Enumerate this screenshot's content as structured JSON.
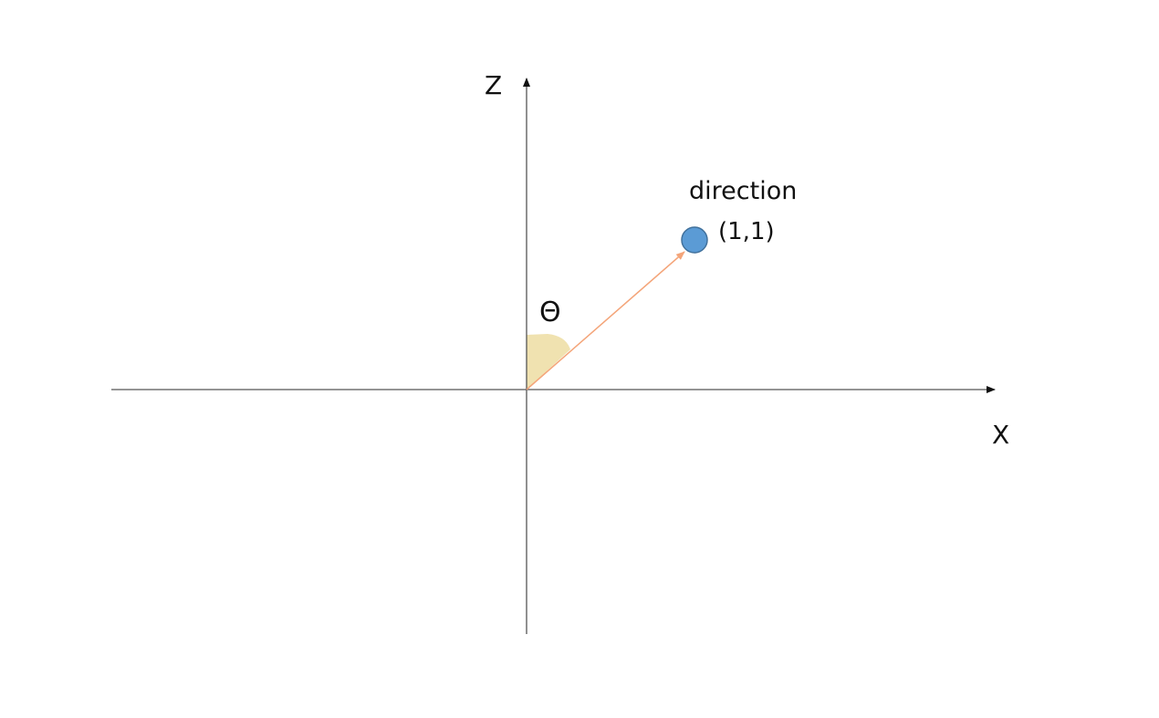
{
  "axes": {
    "horizontal_label": "X",
    "vertical_label": "Z"
  },
  "angle": {
    "symbol": "Θ"
  },
  "point": {
    "name": "direction",
    "coordinates": "(1,1)"
  },
  "colors": {
    "axis": "#555555",
    "arrowhead": "#111111",
    "vector": "#f4a57a",
    "angle_fill": "#f0e2b0",
    "point_fill": "#5b9bd5",
    "point_stroke": "#41719c"
  }
}
